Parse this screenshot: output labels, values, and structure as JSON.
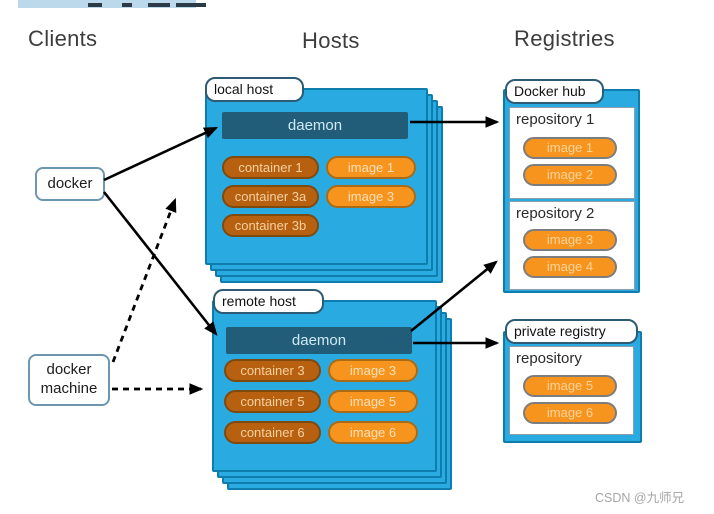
{
  "headers": {
    "clients": "Clients",
    "hosts": "Hosts",
    "registries": "Registries"
  },
  "clients": {
    "docker": "docker",
    "docker_machine": "docker machine"
  },
  "hosts": {
    "local": {
      "label": "local host",
      "daemon": "daemon",
      "containers": [
        "container 1",
        "container 3a",
        "container 3b"
      ],
      "images": [
        "image 1",
        "image 3"
      ]
    },
    "remote": {
      "label": "remote host",
      "daemon": "daemon",
      "containers": [
        "container 3",
        "container 5",
        "container 6"
      ],
      "images": [
        "image 3",
        "image 5",
        "image 6"
      ]
    }
  },
  "registries": {
    "docker_hub": {
      "label": "Docker hub",
      "repo1": {
        "name": "repository 1",
        "images": [
          "image 1",
          "image 2"
        ]
      },
      "repo2": {
        "name": "repository 2",
        "images": [
          "image 3",
          "image 4"
        ]
      }
    },
    "private": {
      "label": "private registry",
      "repo": {
        "name": "repository",
        "images": [
          "image 5",
          "image 6"
        ]
      }
    }
  },
  "watermark": "CSDN @九师兄",
  "colors": {
    "host_blue": "#29abe2",
    "host_blue_border": "#0e7cad",
    "daemon_bg": "#215d79",
    "container_bg": "#b76110",
    "image_bg": "#f7941e",
    "arrow": "#000000"
  }
}
